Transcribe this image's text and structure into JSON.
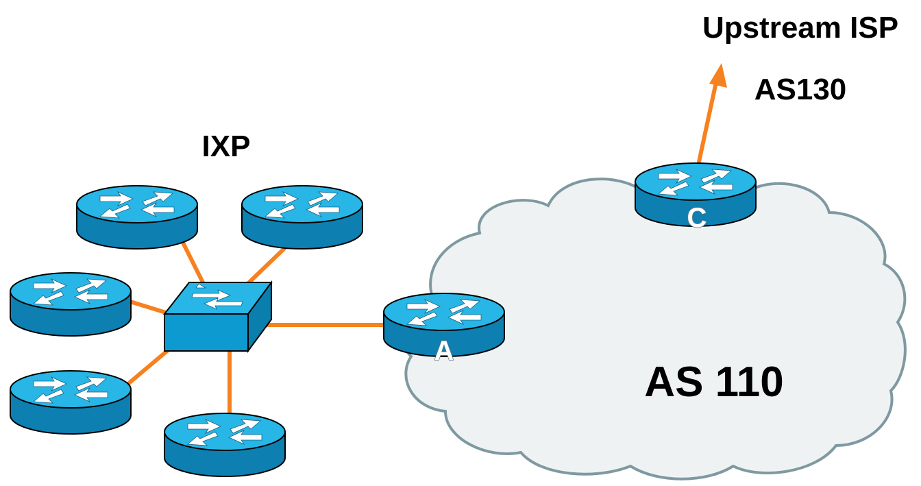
{
  "labels": {
    "upstream": "Upstream ISP",
    "upstream_as": "AS130",
    "ixp": "IXP",
    "cloud_as": "AS 110"
  },
  "routers": {
    "a": {
      "letter": "A"
    },
    "c": {
      "letter": "C"
    }
  },
  "colors": {
    "link": "#f7811f",
    "router_top": "#27b6e6",
    "router_side": "#0d7fb0",
    "cloud_fill": "#eff2f3",
    "cloud_stroke": "#7f99a1"
  },
  "icons": [
    "router-icon",
    "switch-icon",
    "cloud-icon",
    "uplink-arrow-icon"
  ]
}
